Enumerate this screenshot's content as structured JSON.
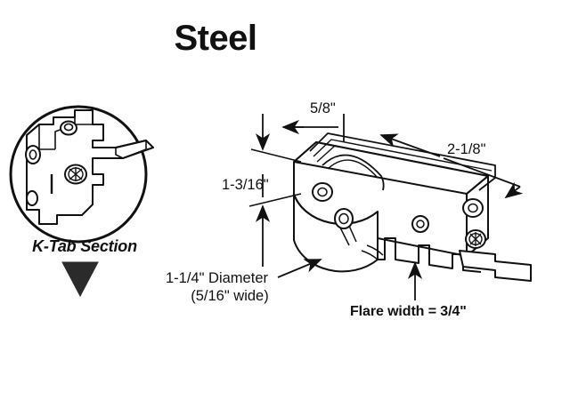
{
  "title": "Steel",
  "detail_inset": {
    "caption": "K-Tab Section",
    "marker": "down-triangle"
  },
  "dimensions": {
    "width_top": "5/8\"",
    "height_left": "1-3/16\"",
    "length_overall": "2-1/8\"",
    "wheel_diameter": "1-1/4\" Diameter",
    "wheel_width": "(5/16\" wide)",
    "flare_width": "Flare width = 3/4\""
  },
  "colors": {
    "ink": "#111111",
    "background": "#ffffff",
    "marker_fill": "#2b2b2b"
  }
}
